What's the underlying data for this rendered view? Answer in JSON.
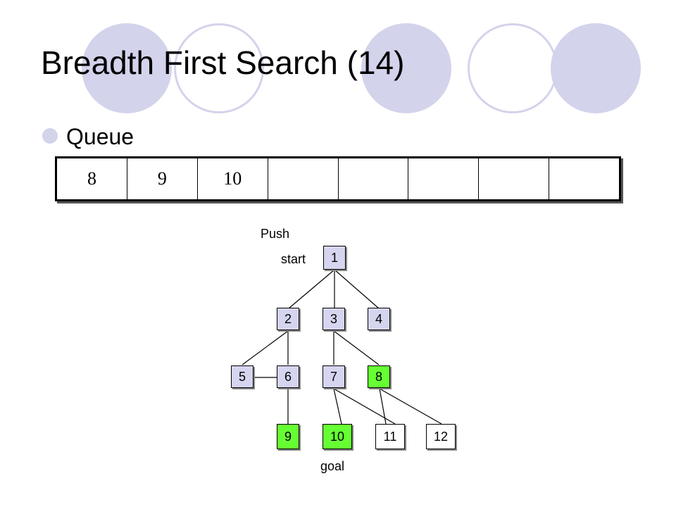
{
  "slide": {
    "title": "Breadth First Search (14)",
    "bullet": "Queue"
  },
  "queue": {
    "cells": [
      "8",
      "9",
      "10",
      "",
      "",
      "",
      "",
      ""
    ]
  },
  "graph": {
    "push_label": "Push",
    "start_label": "start",
    "goal_label": "goal",
    "nodes": {
      "n1": "1",
      "n2": "2",
      "n3": "3",
      "n4": "4",
      "n5": "5",
      "n6": "6",
      "n7": "7",
      "n8": "8",
      "n9": "9",
      "n10": "10",
      "n11": "11",
      "n12": "12"
    },
    "colors": {
      "visited_node": "#d5d5f0",
      "queued_node": "#66ff33",
      "unvisited_node": "#ffffff",
      "decoration": "#d3d3ec"
    }
  }
}
